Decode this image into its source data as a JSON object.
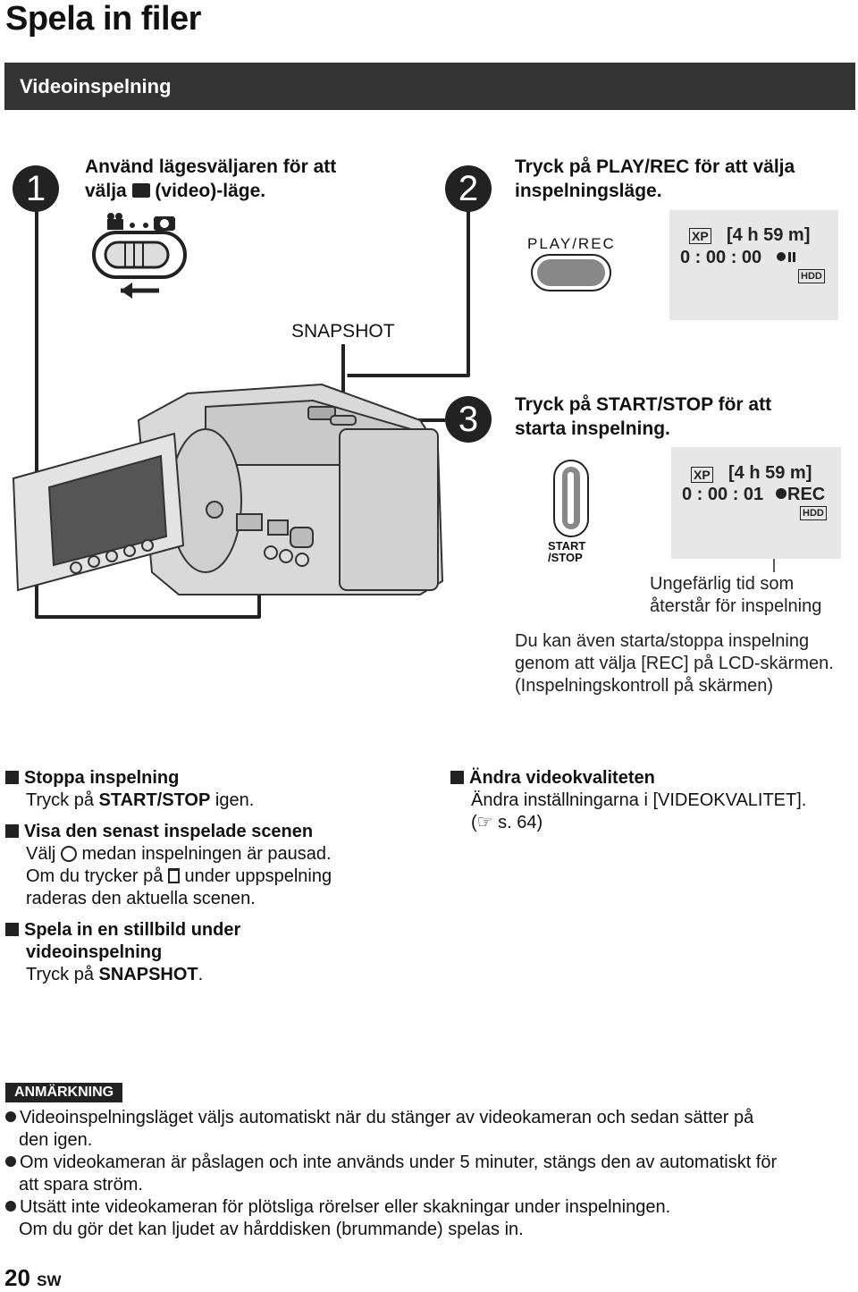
{
  "page": {
    "title": "Spela in filer",
    "section": "Videoinspelning",
    "page_number": "20",
    "lang_code": "SW"
  },
  "steps": [
    {
      "number": "1",
      "line1": "Använd lägesväljaren för att",
      "line2_a": "välja",
      "line2_b": "(video)-läge."
    },
    {
      "number": "2",
      "line1": "Tryck på PLAY/REC för att välja",
      "line2": "inspelningsläge."
    },
    {
      "number": "3",
      "line1": "Tryck på START/STOP för att",
      "line2": "starta inspelning."
    }
  ],
  "labels": {
    "snapshot": "SNAPSHOT",
    "play_rec": "PLAY/REC",
    "start_stop_1": "START",
    "start_stop_2": "/STOP"
  },
  "lcd1": {
    "quality": "XP",
    "remaining": "[4 h 59 m]",
    "time": "0 : 00 : 00",
    "media": "HDD"
  },
  "lcd2": {
    "quality": "XP",
    "remaining": "[4 h 59 m]",
    "time": "0 : 00 : 01",
    "rec": "REC",
    "media": "HDD"
  },
  "callout": {
    "line1": "Ungefärlig tid som",
    "line2": "återstår för inspelning"
  },
  "also": {
    "line1": "Du kan även starta/stoppa inspelning",
    "line2": "genom att välja [REC] på LCD-skärmen.",
    "line3": "(Inspelningskontroll på skärmen)"
  },
  "blocks_left": [
    {
      "heading": "Stoppa inspelning",
      "l1a": "Tryck på ",
      "l1b": "START/STOP",
      "l1c": " igen."
    },
    {
      "heading": "Visa den senast inspelade scenen",
      "l1a": "Välj",
      "l1b": "medan inspelningen är pausad.",
      "l2a": "Om du trycker på",
      "l2b": "under uppspelning",
      "l3": "raderas den aktuella scenen."
    },
    {
      "heading1": "Spela in en stillbild under",
      "heading2": "videoinspelning",
      "l1a": "Tryck på ",
      "l1b": "SNAPSHOT",
      "l1c": "."
    }
  ],
  "block_right": {
    "heading": "Ändra videokvaliteten",
    "l1": "Ändra inställningarna i [VIDEOKVALITET].",
    "l2a": "(",
    "l2b": "s. 64)"
  },
  "note": {
    "tag": "ANMÄRKNING",
    "items": [
      {
        "l1": "Videoinspelningsläget väljs automatiskt när du stänger av videokameran och sedan sätter på",
        "l2": "den igen."
      },
      {
        "l1": "Om videokameran är påslagen och inte används under 5 minuter, stängs den av automatiskt för",
        "l2": "att spara ström."
      },
      {
        "l1": "Utsätt inte videokameran för plötsliga rörelser eller skakningar under inspelningen.",
        "l2": "Om du gör det kan ljudet av hårddisken (brummande) spelas in."
      }
    ]
  }
}
